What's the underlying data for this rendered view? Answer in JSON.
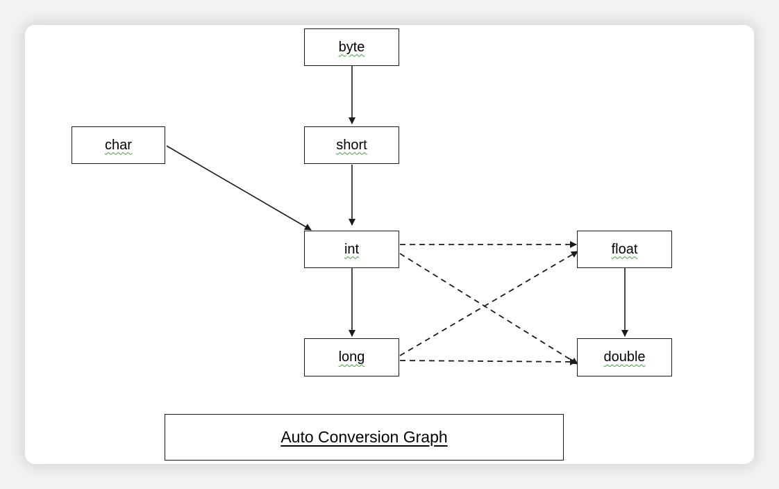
{
  "nodes": {
    "byte": "byte",
    "short": "short",
    "char": "char",
    "int": "int",
    "long": "long",
    "float": "float",
    "double": "double"
  },
  "caption": "Auto Conversion Graph",
  "edges": [
    {
      "from": "byte",
      "to": "short",
      "style": "solid"
    },
    {
      "from": "short",
      "to": "int",
      "style": "solid"
    },
    {
      "from": "char",
      "to": "int",
      "style": "solid"
    },
    {
      "from": "int",
      "to": "long",
      "style": "solid"
    },
    {
      "from": "float",
      "to": "double",
      "style": "solid"
    },
    {
      "from": "int",
      "to": "float",
      "style": "dashed"
    },
    {
      "from": "int",
      "to": "double",
      "style": "dashed"
    },
    {
      "from": "long",
      "to": "float",
      "style": "dashed"
    },
    {
      "from": "long",
      "to": "double",
      "style": "dashed"
    }
  ],
  "colors": {
    "line": "#1a1a1a",
    "spellcheck_underline": "#3aa23a"
  }
}
